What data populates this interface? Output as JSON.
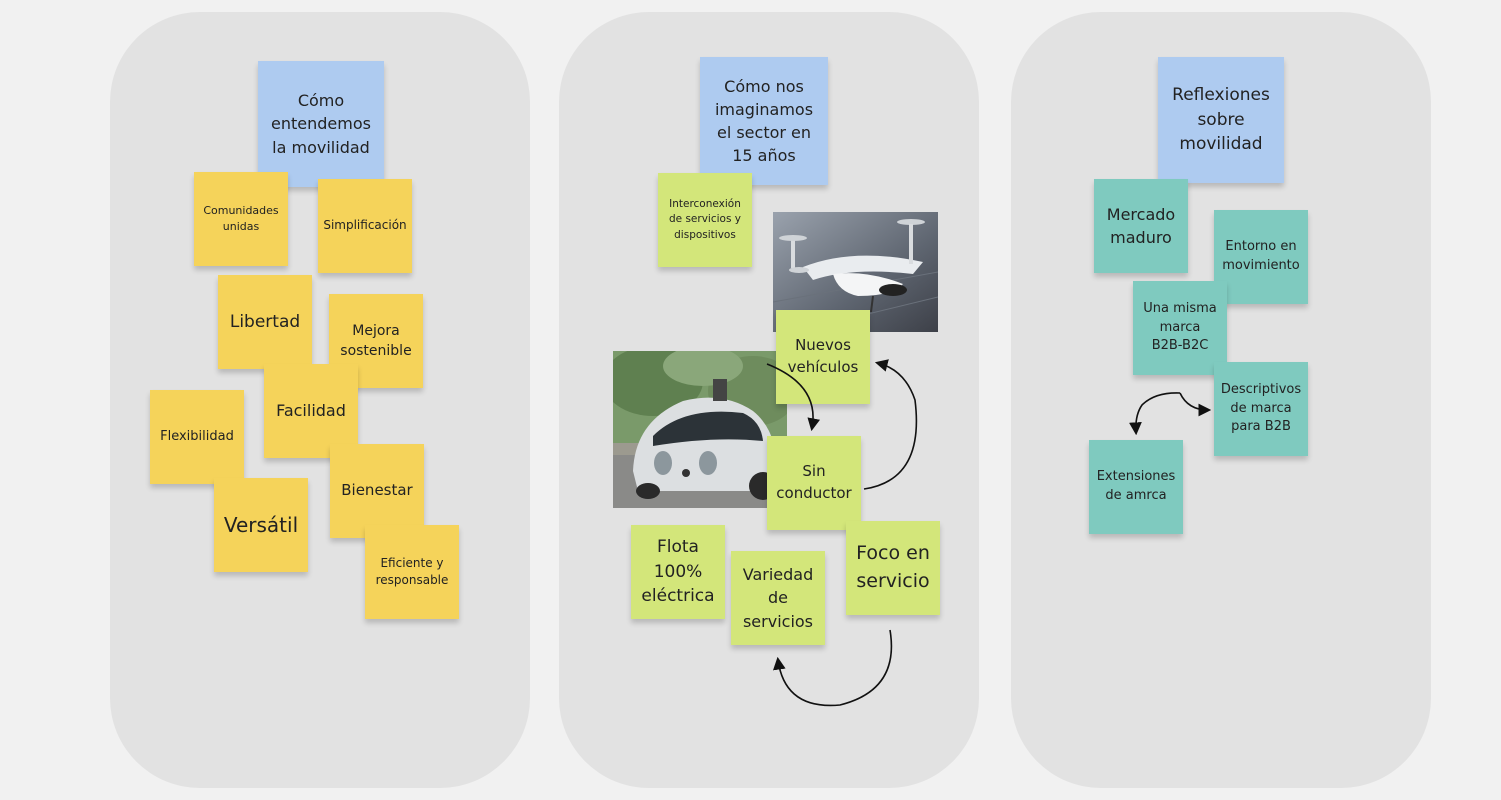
{
  "panels": {
    "left": {
      "header": "Cómo\nentendemos\nla movilidad",
      "notes": [
        "Comunidades\nunidas",
        "Simplificación",
        "Libertad",
        "Mejora\nsostenible",
        "Flexibilidad",
        "Facilidad",
        "Bienestar",
        "Versátil",
        "Eficiente y\nresponsable"
      ]
    },
    "middle": {
      "header": "Cómo nos\nimaginamos\nel sector en\n15 años",
      "notes": [
        "Interconexión\nde servicios y\ndispositivos",
        "Nuevos\nvehículos",
        "Sin\nconductor",
        "Flota\n100%\neléctrica",
        "Variedad\nde\nservicios",
        "Foco en\nservicio"
      ],
      "images": [
        "flying-taxi-photo",
        "self-driving-car-photo"
      ]
    },
    "right": {
      "header": "Reflexiones\nsobre\nmovilidad",
      "notes": [
        "Mercado\nmaduro",
        "Entorno en\nmovimiento",
        "Una misma\nmarca\nB2B-B2C",
        "Descriptivos\nde marca\npara B2B",
        "Extensiones\nde amrca"
      ]
    }
  },
  "colors": {
    "background": "#f1f1f1",
    "panel": "#e2e2e2",
    "note_blue": "#aecbf0",
    "note_yellow": "#f5d35a",
    "note_green": "#d3e67a",
    "note_teal": "#7fcabf"
  }
}
